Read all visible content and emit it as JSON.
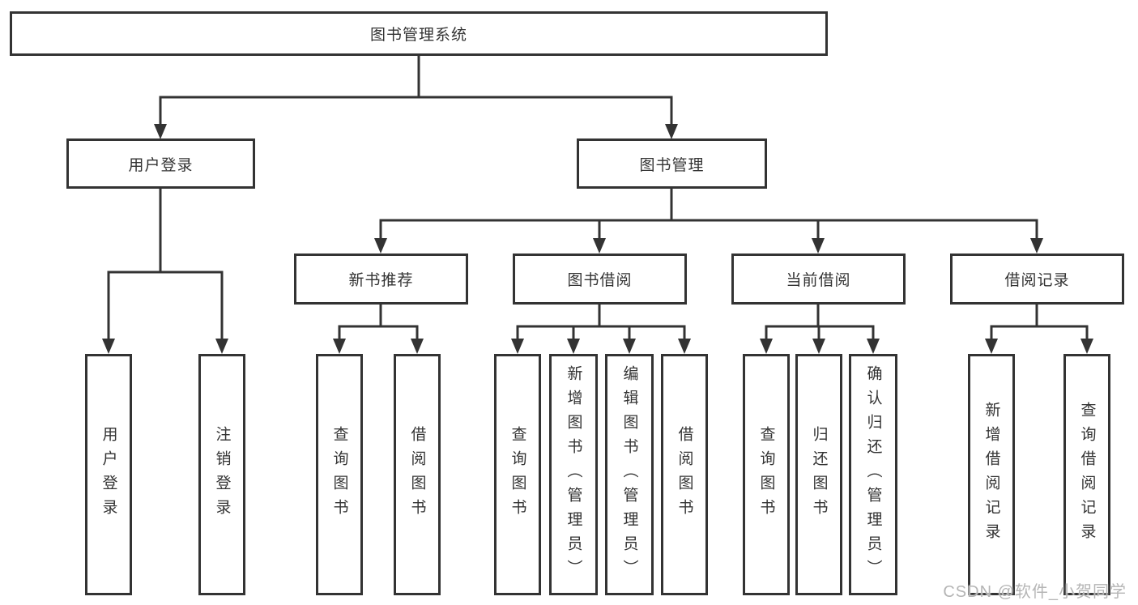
{
  "diagram": {
    "type": "hierarchy-tree",
    "watermark": "CSDN @软件_小贺同学",
    "colors": {
      "line": "#333333",
      "border": "#333333",
      "text": "#333333",
      "background": "#ffffff",
      "watermark": "#b5b5b5"
    },
    "nodes": {
      "root": {
        "label": "图书管理系统"
      },
      "level2": [
        {
          "label": "用户登录"
        },
        {
          "label": "图书管理"
        }
      ],
      "level3": [
        {
          "label": "新书推荐",
          "parent": "图书管理"
        },
        {
          "label": "图书借阅",
          "parent": "图书管理"
        },
        {
          "label": "当前借阅",
          "parent": "图书管理"
        },
        {
          "label": "借阅记录",
          "parent": "图书管理"
        }
      ],
      "leaves": [
        {
          "label": "用户登录",
          "parent": "用户登录"
        },
        {
          "label": "注销登录",
          "parent": "用户登录"
        },
        {
          "label": "查询图书",
          "parent": "新书推荐"
        },
        {
          "label": "借阅图书",
          "parent": "新书推荐"
        },
        {
          "label": "查询图书",
          "parent": "图书借阅"
        },
        {
          "label": "新增图书（管理员）",
          "parent": "图书借阅"
        },
        {
          "label": "编辑图书（管理员）",
          "parent": "图书借阅"
        },
        {
          "label": "借阅图书",
          "parent": "图书借阅"
        },
        {
          "label": "查询图书",
          "parent": "当前借阅"
        },
        {
          "label": "归还图书",
          "parent": "当前借阅"
        },
        {
          "label": "确认归还（管理员）",
          "parent": "当前借阅"
        },
        {
          "label": "新增借阅记录",
          "parent": "借阅记录"
        },
        {
          "label": "查询借阅记录",
          "parent": "借阅记录"
        }
      ]
    }
  }
}
